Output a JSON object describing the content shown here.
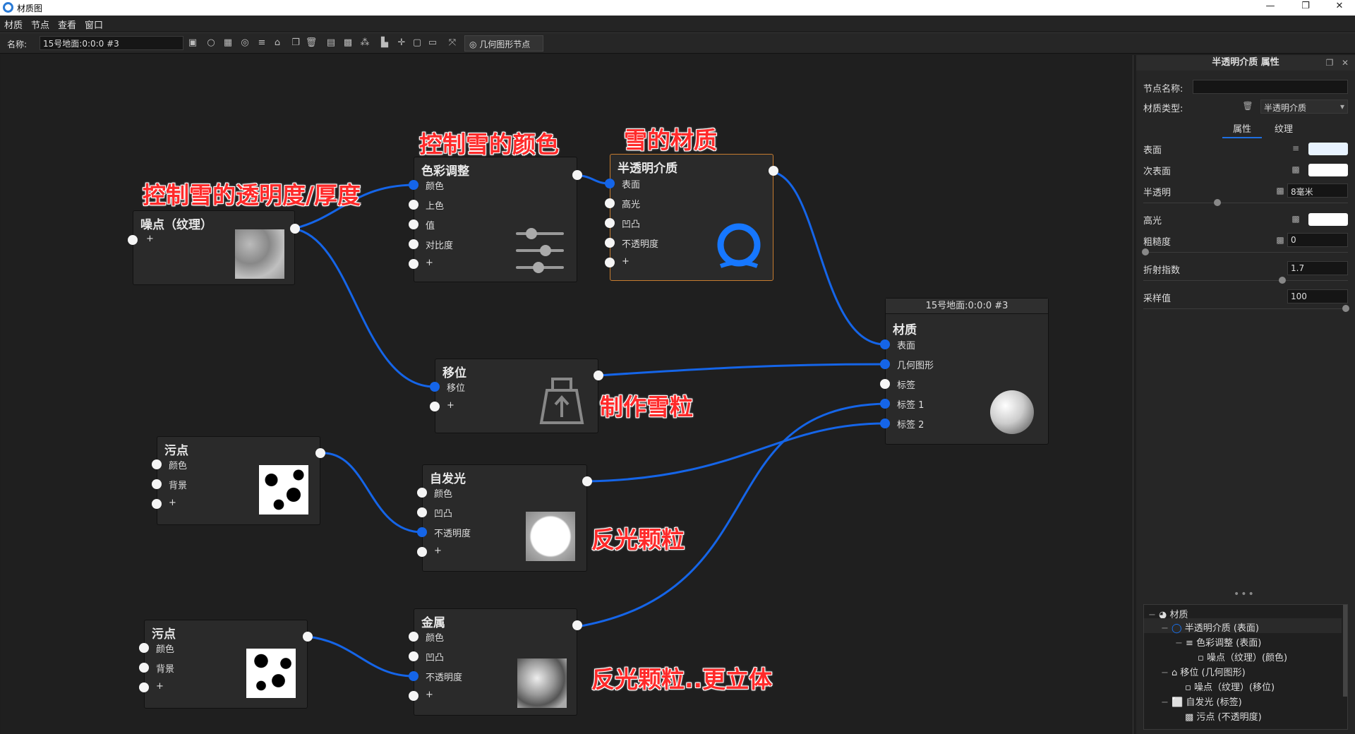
{
  "window": {
    "title": "材质图",
    "min": "—",
    "max": "❐",
    "close": "✕"
  },
  "menu": [
    "材质",
    "节点",
    "查看",
    "窗口"
  ],
  "toolbar": {
    "name_label": "名称:",
    "name_value": "15号地面:0:0:0 #3",
    "geo_node_label": "几何图形节点"
  },
  "nodes": {
    "noise": {
      "title": "噪点（纹理）",
      "plus": "+"
    },
    "color_adjust": {
      "title": "色彩调整",
      "ports": [
        "颜色",
        "上色",
        "值",
        "对比度",
        "+"
      ]
    },
    "translucent": {
      "title": "半透明介质",
      "ports": [
        "表面",
        "高光",
        "凹凸",
        "不透明度",
        "+"
      ]
    },
    "material": {
      "header": "15号地面:0:0:0 #3",
      "title": "材质",
      "ports": [
        "表面",
        "几何图形",
        "标签",
        "标签 1",
        "标签 2"
      ]
    },
    "displace": {
      "title": "移位",
      "ports": [
        "移位",
        "+"
      ]
    },
    "dirt1": {
      "title": "污点",
      "ports": [
        "颜色",
        "背景",
        "+"
      ]
    },
    "emission": {
      "title": "自发光",
      "ports": [
        "颜色",
        "凹凸",
        "不透明度",
        "+"
      ]
    },
    "dirt2": {
      "title": "污点",
      "ports": [
        "颜色",
        "背景",
        "+"
      ]
    },
    "metal": {
      "title": "金属",
      "ports": [
        "颜色",
        "凹凸",
        "不透明度",
        "+"
      ]
    }
  },
  "annotations": {
    "snow_color": "控制雪的颜色",
    "snow_material": "雪的材质",
    "snow_thickness": "控制雪的透明度/厚度",
    "snow_particles": "制作雪粒",
    "reflect_particles": "反光颗粒",
    "reflect_particles_3d": "反光颗粒..更立体"
  },
  "panel": {
    "title": "半透明介质 属性",
    "node_name_label": "节点名称:",
    "node_name_value": "",
    "material_type_label": "材质类型:",
    "material_type_value": "半透明介质",
    "tabs": [
      "属性",
      "纹理"
    ],
    "props": {
      "surface": "表面",
      "subsurface": "次表面",
      "translucency": "半透明",
      "translucency_value": "8毫米",
      "specular": "高光",
      "roughness": "粗糙度",
      "roughness_value": "0",
      "ior": "折射指数",
      "ior_value": "1.7",
      "samples": "采样值",
      "samples_value": "100"
    },
    "swatch_color": "#e8f3ff",
    "tree": [
      "材质",
      "半透明介质 (表面)",
      "色彩调整 (表面)",
      "噪点（纹理）(颜色)",
      "移位 (几何图形)",
      "噪点（纹理）(移位)",
      "自发光 (标签)",
      "污点 (不透明度)"
    ]
  },
  "colors": {
    "wire": "#1565e8",
    "accent_red": "#ff2a2a",
    "selected_border": "#c67b2f"
  }
}
